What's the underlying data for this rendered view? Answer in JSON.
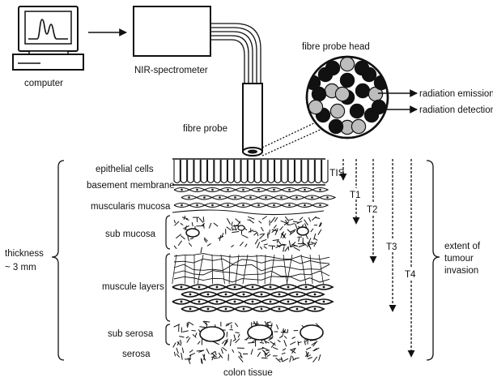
{
  "devices": {
    "computer": "computer",
    "spectrometer": "NIR-spectrometer",
    "probe": "fibre probe",
    "probe_head": "fibre probe head"
  },
  "probe_head_outputs": {
    "emission": "radiation emission",
    "detection": "radiation detection"
  },
  "tissue_layers": [
    "epithelial cells",
    "basement membrane",
    "muscularis mucosa",
    "sub mucosa",
    "muscule layers",
    "sub serosa",
    "serosa"
  ],
  "thickness_label": [
    "thickness",
    "~ 3 mm"
  ],
  "stages": [
    "TIS",
    "T1",
    "T2",
    "T3",
    "T4"
  ],
  "invasion_label": [
    "extent of",
    "tumour",
    "invasion"
  ],
  "caption": "colon tissue",
  "colors": {
    "ink": "#111111",
    "fibre_dark": "#111111",
    "fibre_light": "#bdbdbd",
    "background": "#ffffff"
  }
}
